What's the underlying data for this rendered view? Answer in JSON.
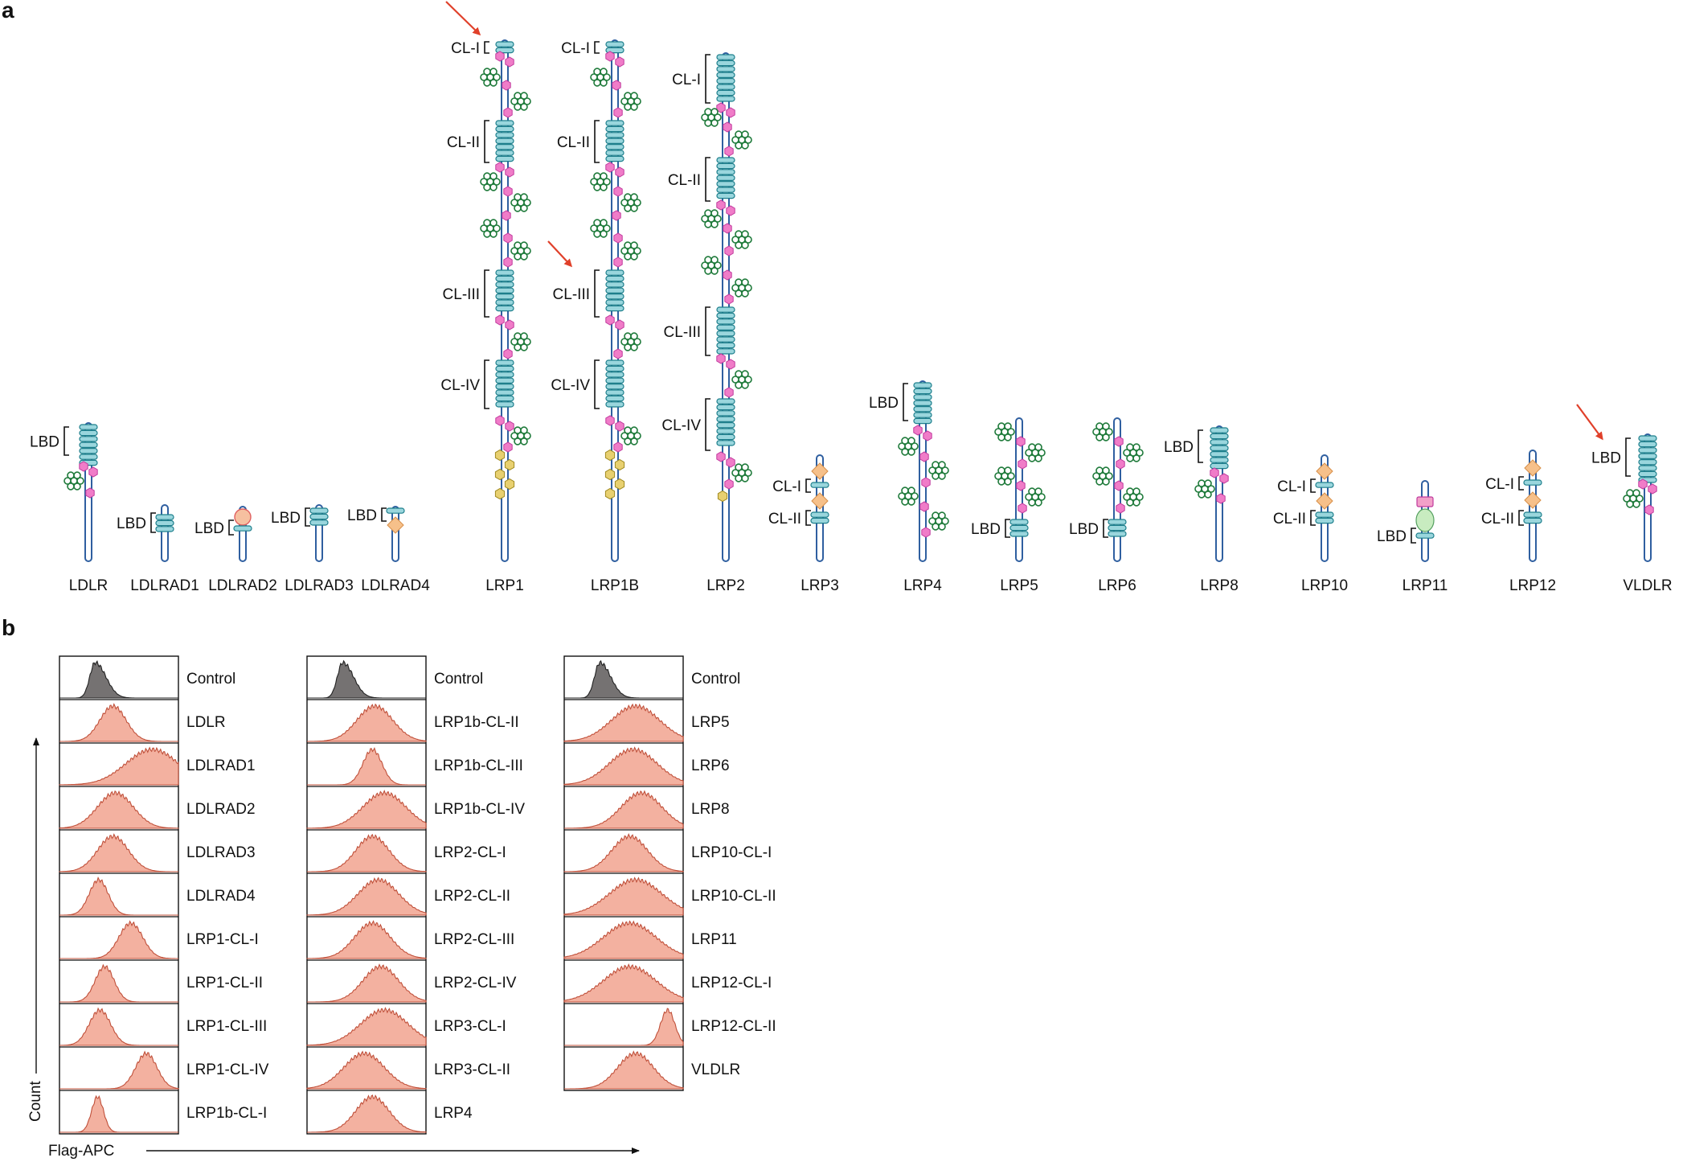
{
  "panel_a": {
    "letter": "a",
    "proteins": [
      {
        "name": "LDLR",
        "brackets": [
          {
            "label": "LBD"
          }
        ]
      },
      {
        "name": "LDLRAD1",
        "brackets": [
          {
            "label": "LBD"
          }
        ]
      },
      {
        "name": "LDLRAD2",
        "brackets": [
          {
            "label": "LBD"
          }
        ]
      },
      {
        "name": "LDLRAD3",
        "brackets": [
          {
            "label": "LBD"
          }
        ]
      },
      {
        "name": "LDLRAD4",
        "brackets": [
          {
            "label": "LBD"
          }
        ]
      },
      {
        "name": "LRP1",
        "brackets": [
          {
            "label": "CL-I"
          },
          {
            "label": "CL-II"
          },
          {
            "label": "CL-III"
          },
          {
            "label": "CL-IV"
          }
        ]
      },
      {
        "name": "LRP1B",
        "brackets": [
          {
            "label": "CL-I"
          },
          {
            "label": "CL-II"
          },
          {
            "label": "CL-III"
          },
          {
            "label": "CL-IV"
          }
        ]
      },
      {
        "name": "LRP2",
        "brackets": [
          {
            "label": "CL-I"
          },
          {
            "label": "CL-II"
          },
          {
            "label": "CL-III"
          },
          {
            "label": "CL-IV"
          }
        ]
      },
      {
        "name": "LRP3",
        "brackets": [
          {
            "label": "CL-I"
          },
          {
            "label": "CL-II"
          }
        ]
      },
      {
        "name": "LRP4",
        "brackets": [
          {
            "label": "LBD"
          }
        ]
      },
      {
        "name": "LRP5",
        "brackets": [
          {
            "label": "LBD"
          }
        ]
      },
      {
        "name": "LRP6",
        "brackets": [
          {
            "label": "LBD"
          }
        ]
      },
      {
        "name": "LRP8",
        "brackets": [
          {
            "label": "LBD"
          }
        ]
      },
      {
        "name": "LRP10",
        "brackets": [
          {
            "label": "CL-I"
          },
          {
            "label": "CL-II"
          }
        ]
      },
      {
        "name": "LRP11",
        "brackets": [
          {
            "label": "LBD"
          }
        ]
      },
      {
        "name": "LRP12",
        "brackets": [
          {
            "label": "CL-I"
          },
          {
            "label": "CL-II"
          }
        ]
      },
      {
        "name": "VLDLR",
        "brackets": [
          {
            "label": "LBD"
          }
        ]
      }
    ],
    "colors": {
      "stalk": "#2f5fa0",
      "ligand_repeat": "#9ad6dd",
      "repeat_outline": "#1e7f8c",
      "egf_module": "#f07cc8",
      "egf_outline": "#c0399d",
      "beta_propeller": "#1e7a3a",
      "yellow_egf": "#e8d070",
      "diamond_domain": "#f6c08a",
      "arrow": "#e0402a"
    },
    "arrows_point_to": [
      "LRP1 CL-I",
      "LRP1B CL-III",
      "VLDLR LBD"
    ]
  },
  "panel_b": {
    "letter": "b",
    "y_axis_label": "Count",
    "x_axis_label": "Flag-APC",
    "control_color": "#6e6a6a",
    "sample_color": "#f2a896",
    "sample_stroke": "#c0503a",
    "columns": [
      {
        "rows": [
          {
            "label": "Control",
            "mode": 0.3,
            "width": 0.05,
            "kind": "control"
          },
          {
            "label": "LDLR",
            "mode": 0.45,
            "width": 0.11,
            "kind": "sample"
          },
          {
            "label": "LDLRAD1",
            "mode": 0.78,
            "width": 0.22,
            "kind": "sample"
          },
          {
            "label": "LDLRAD2",
            "mode": 0.47,
            "width": 0.15,
            "kind": "sample"
          },
          {
            "label": "LDLRAD3",
            "mode": 0.45,
            "width": 0.13,
            "kind": "sample"
          },
          {
            "label": "LDLRAD4",
            "mode": 0.33,
            "width": 0.08,
            "kind": "sample"
          },
          {
            "label": "LRP1-CL-I",
            "mode": 0.6,
            "width": 0.1,
            "kind": "sample"
          },
          {
            "label": "LRP1-CL-II",
            "mode": 0.38,
            "width": 0.08,
            "kind": "sample"
          },
          {
            "label": "LRP1-CL-III",
            "mode": 0.34,
            "width": 0.09,
            "kind": "sample"
          },
          {
            "label": "LRP1-CL-IV",
            "mode": 0.73,
            "width": 0.09,
            "kind": "sample"
          },
          {
            "label": "LRP1b-CL-I",
            "mode": 0.32,
            "width": 0.05,
            "kind": "sample"
          }
        ]
      },
      {
        "rows": [
          {
            "label": "Control",
            "mode": 0.3,
            "width": 0.05,
            "kind": "control"
          },
          {
            "label": "LRP1b-CL-II",
            "mode": 0.57,
            "width": 0.15,
            "kind": "sample"
          },
          {
            "label": "LRP1b-CL-III",
            "mode": 0.55,
            "width": 0.08,
            "kind": "sample"
          },
          {
            "label": "LRP1b-CL-IV",
            "mode": 0.65,
            "width": 0.18,
            "kind": "sample"
          },
          {
            "label": "LRP2-CL-I",
            "mode": 0.55,
            "width": 0.14,
            "kind": "sample"
          },
          {
            "label": "LRP2-CL-II",
            "mode": 0.6,
            "width": 0.17,
            "kind": "sample"
          },
          {
            "label": "LRP2-CL-III",
            "mode": 0.55,
            "width": 0.15,
            "kind": "sample"
          },
          {
            "label": "LRP2-CL-IV",
            "mode": 0.62,
            "width": 0.15,
            "kind": "sample"
          },
          {
            "label": "LRP3-CL-I",
            "mode": 0.65,
            "width": 0.2,
            "kind": "sample"
          },
          {
            "label": "LRP3-CL-II",
            "mode": 0.48,
            "width": 0.17,
            "kind": "sample"
          },
          {
            "label": "LRP4",
            "mode": 0.55,
            "width": 0.14,
            "kind": "sample"
          }
        ]
      },
      {
        "rows": [
          {
            "label": "Control",
            "mode": 0.3,
            "width": 0.05,
            "kind": "control"
          },
          {
            "label": "LRP5",
            "mode": 0.6,
            "width": 0.2,
            "kind": "sample"
          },
          {
            "label": "LRP6",
            "mode": 0.58,
            "width": 0.2,
            "kind": "sample"
          },
          {
            "label": "LRP8",
            "mode": 0.65,
            "width": 0.17,
            "kind": "sample"
          },
          {
            "label": "LRP10-CL-I",
            "mode": 0.55,
            "width": 0.15,
            "kind": "sample"
          },
          {
            "label": "LRP10-CL-II",
            "mode": 0.6,
            "width": 0.22,
            "kind": "sample"
          },
          {
            "label": "LRP11",
            "mode": 0.55,
            "width": 0.22,
            "kind": "sample"
          },
          {
            "label": "LRP12-CL-I",
            "mode": 0.55,
            "width": 0.22,
            "kind": "sample"
          },
          {
            "label": "LRP12-CL-II",
            "mode": 0.87,
            "width": 0.06,
            "kind": "sample"
          },
          {
            "label": "VLDLR",
            "mode": 0.6,
            "width": 0.15,
            "kind": "sample"
          }
        ]
      }
    ]
  }
}
